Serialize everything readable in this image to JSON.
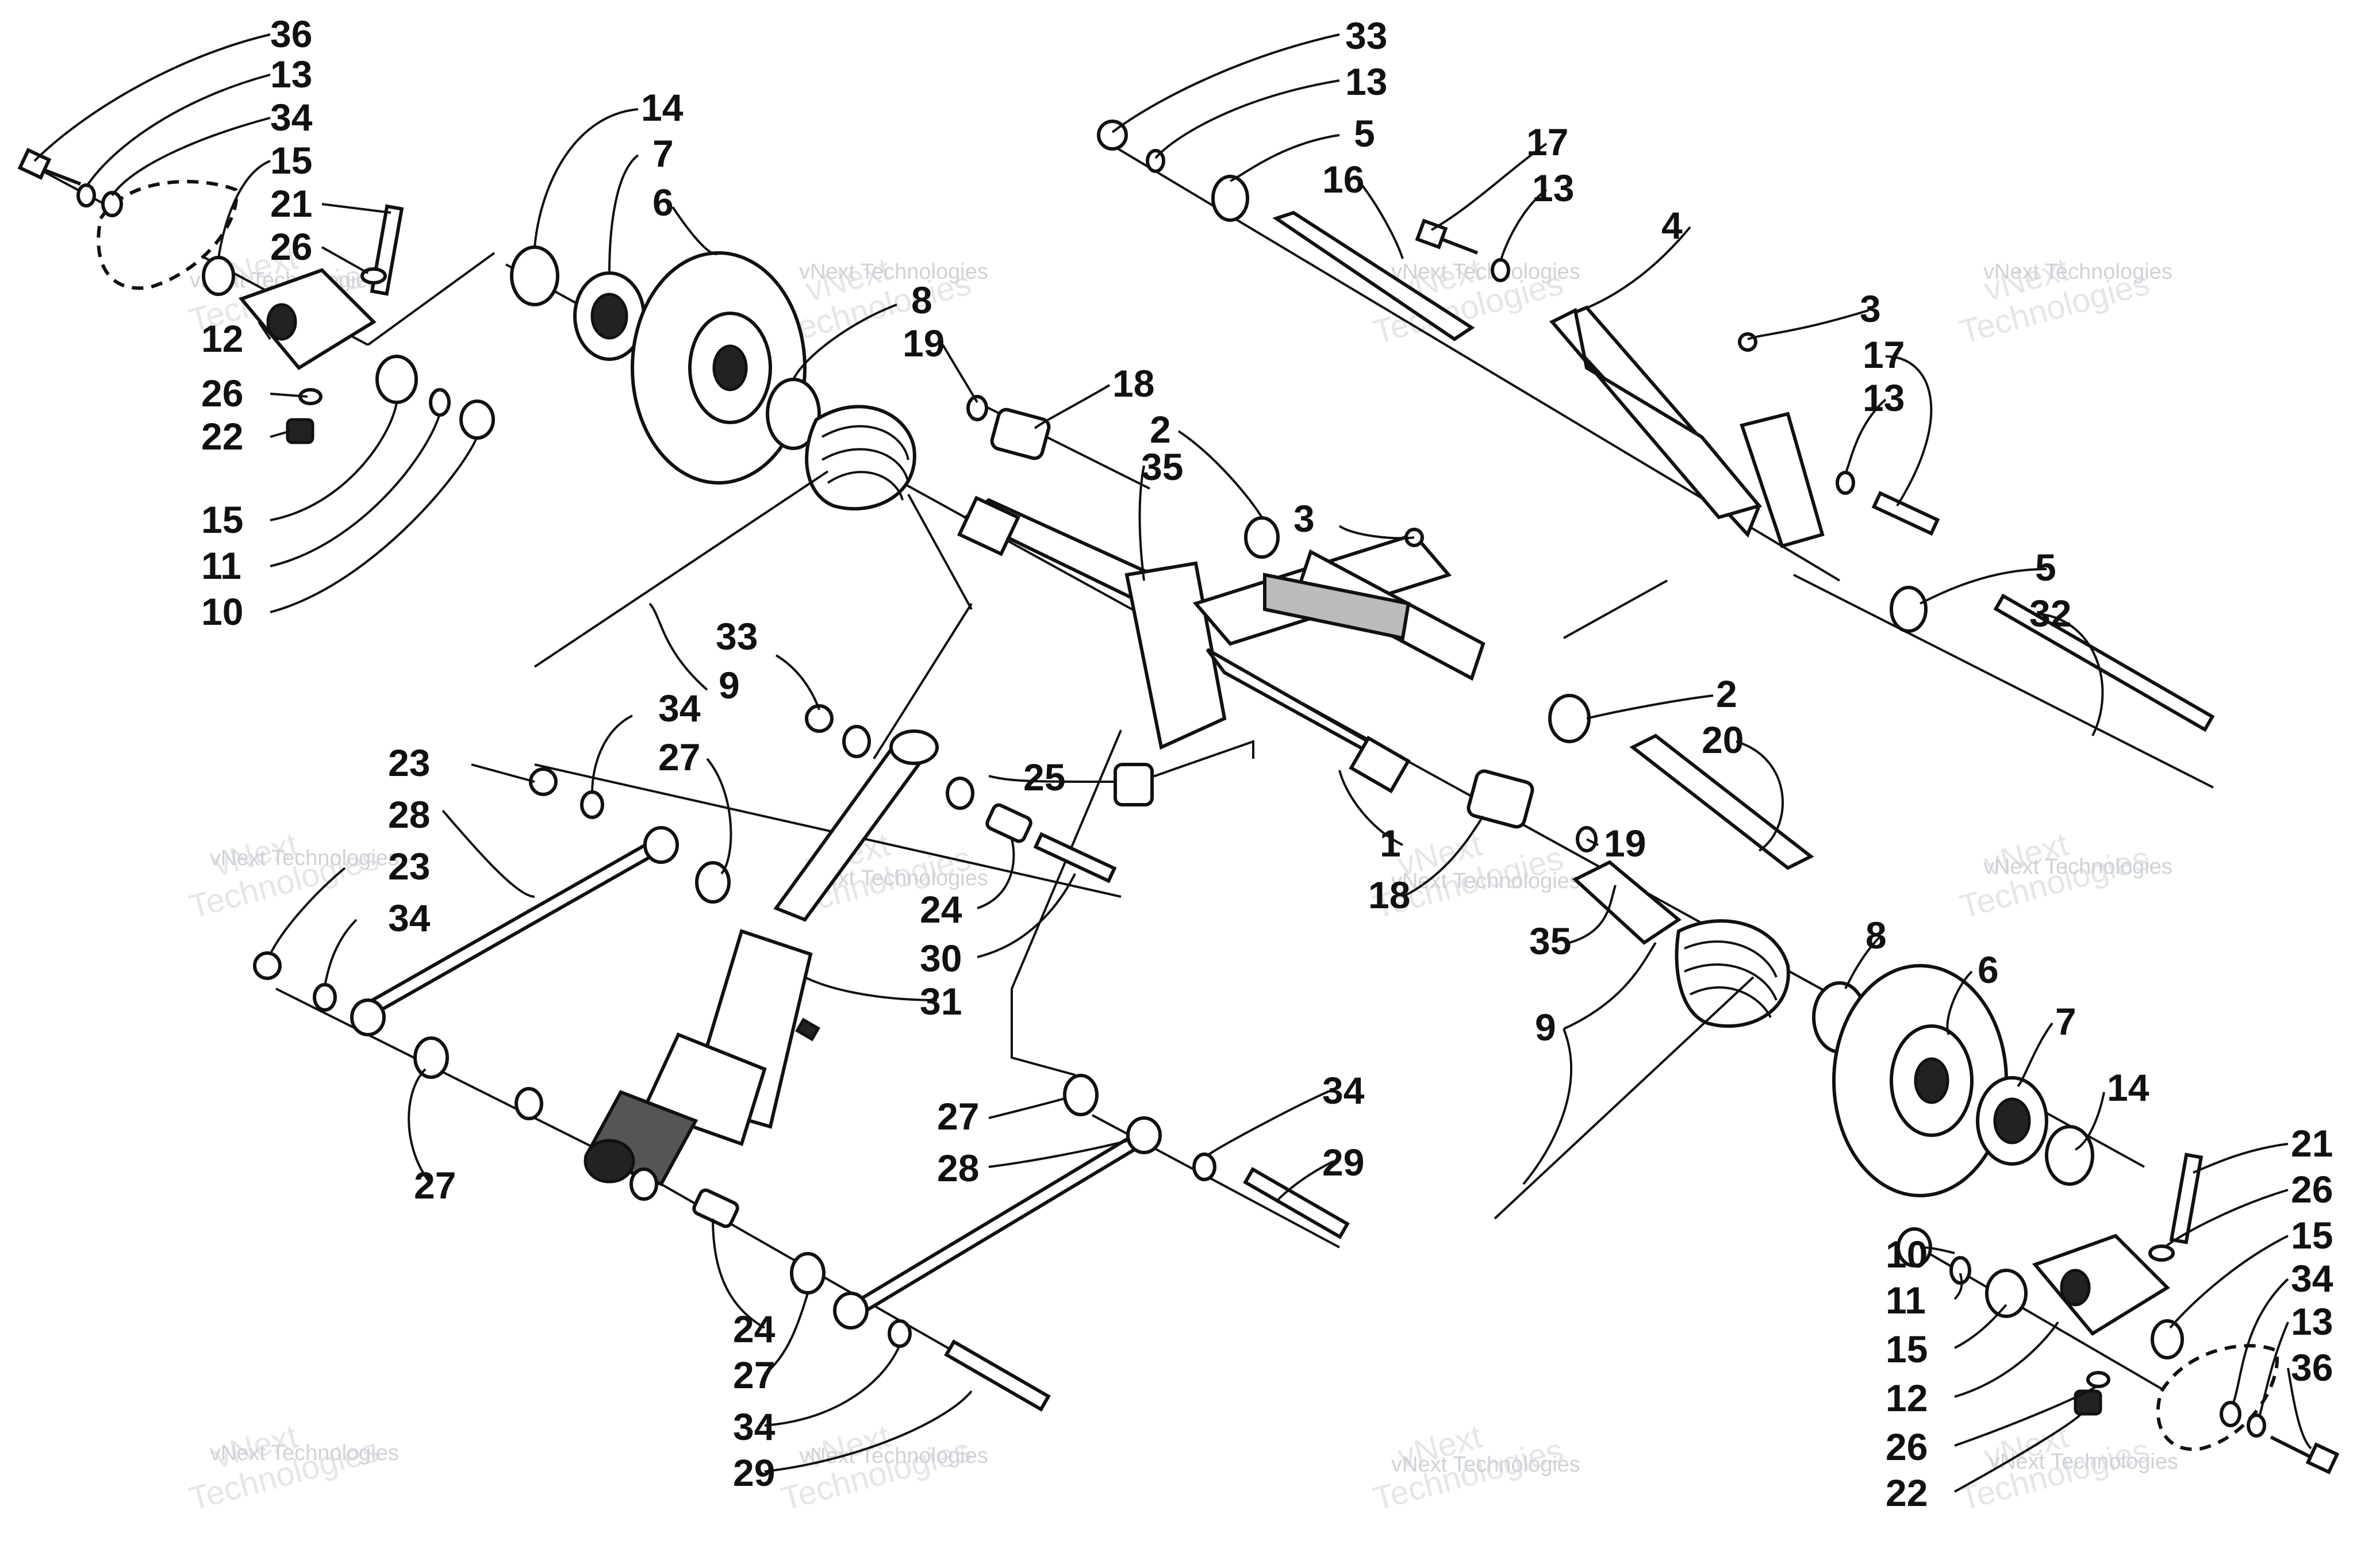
{
  "watermark": {
    "line1": "vNext",
    "line2": "Technologies",
    "full": "vNext Technologies"
  },
  "callouts": {
    "c1": "1",
    "c2a": "2",
    "c2b": "2",
    "c3a": "3",
    "c3b": "3",
    "c4": "4",
    "c5a": "5",
    "c5b": "5",
    "c6a": "6",
    "c6b": "6",
    "c7a": "7",
    "c7b": "7",
    "c8a": "8",
    "c8b": "8",
    "c9a": "9",
    "c9b": "9",
    "c10a": "10",
    "c10b": "10",
    "c11a": "11",
    "c11b": "11",
    "c12a": "12",
    "c12b": "12",
    "c13a": "13",
    "c13b": "13",
    "c13c": "13",
    "c13d": "13",
    "c13e": "13",
    "c14a": "14",
    "c14b": "14",
    "c15a": "15",
    "c15b": "15",
    "c15c": "15",
    "c15d": "15",
    "c16": "16",
    "c17a": "17",
    "c17b": "17",
    "c18a": "18",
    "c18b": "18",
    "c19a": "19",
    "c19b": "19",
    "c20": "20",
    "c21a": "21",
    "c21b": "21",
    "c22a": "22",
    "c22b": "22",
    "c23a": "23",
    "c23b": "23",
    "c24a": "24",
    "c24b": "24",
    "c25": "25",
    "c26a": "26",
    "c26b": "26",
    "c26c": "26",
    "c26d": "26",
    "c27a": "27",
    "c27b": "27",
    "c27c": "27",
    "c27d": "27",
    "c28a": "28",
    "c28b": "28",
    "c29a": "29",
    "c29b": "29",
    "c30": "30",
    "c31": "31",
    "c32": "32",
    "c33a": "33",
    "c33b": "33",
    "c34a": "34",
    "c34b": "34",
    "c34c": "34",
    "c34d": "34",
    "c34e": "34",
    "c35a": "35",
    "c35b": "35",
    "c36a": "36",
    "c36b": "36"
  }
}
